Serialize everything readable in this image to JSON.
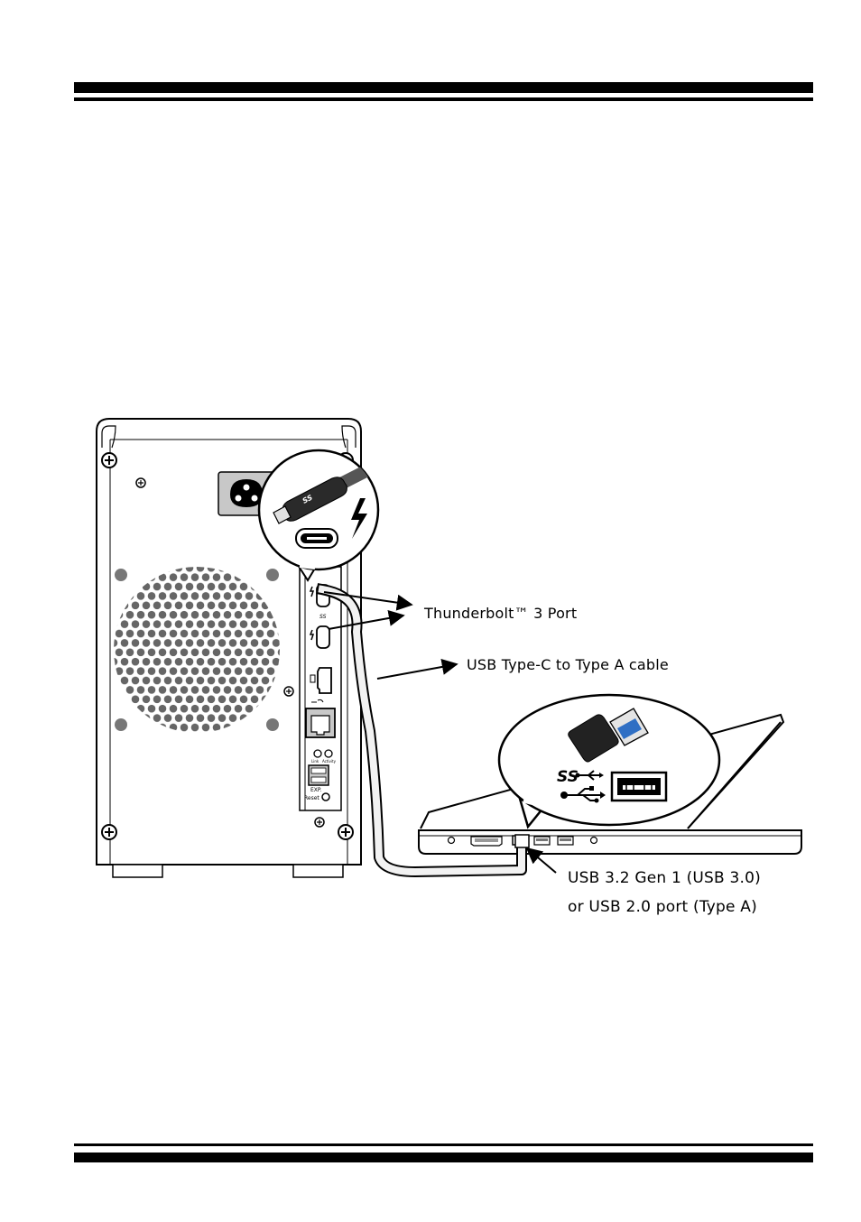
{
  "labels": {
    "thunderbolt_port": "Thunderbolt™ 3 Port",
    "usb_cable": "USB Type-C to Type A cable",
    "host_port_line1": "USB 3.2 Gen 1 (USB 3.0)",
    "host_port_line2": "or USB 2.0 port (Type A)"
  },
  "panel_text": {
    "exp": "EXP.",
    "reset": "Reset",
    "link": "Link",
    "activity": "Activity"
  },
  "icons": {
    "ss_logo": "SS"
  },
  "colors": {
    "line": "#000000",
    "usb3_blue": "#2f6fc4",
    "cable_fill": "#f2f2f2",
    "panel_gray": "#c8c8c8"
  }
}
